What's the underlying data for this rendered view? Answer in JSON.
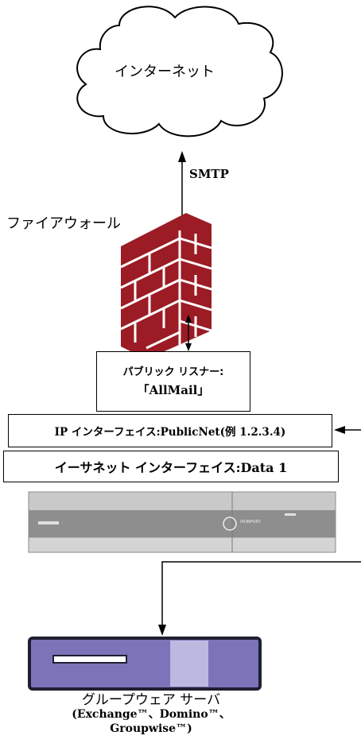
{
  "cloud": {
    "label": "インターネット"
  },
  "protocol_label": "SMTP",
  "firewall_label": "ファイアウォール",
  "listener": {
    "line1": "パブリック リスナー:",
    "line2": "「AllMail」"
  },
  "ip_interface": {
    "label": "IP インターフェイス:PublicNet(例 1.2.3.4)"
  },
  "ethernet_interface": {
    "label": "イーサネット インターフェイス:Data 1"
  },
  "appliance": {
    "brand": "IRONPORT"
  },
  "groupware": {
    "line1": "グループウェア サーバ",
    "line2": "(Exchange™、Domino™、",
    "line3": "Groupwise™)"
  },
  "colors": {
    "brick": "#9b1c24",
    "mortar": "#ffffff",
    "server_body": "#7b74b8",
    "server_dark": "#1f1f33",
    "appliance_gray": "#c9c9c9"
  }
}
